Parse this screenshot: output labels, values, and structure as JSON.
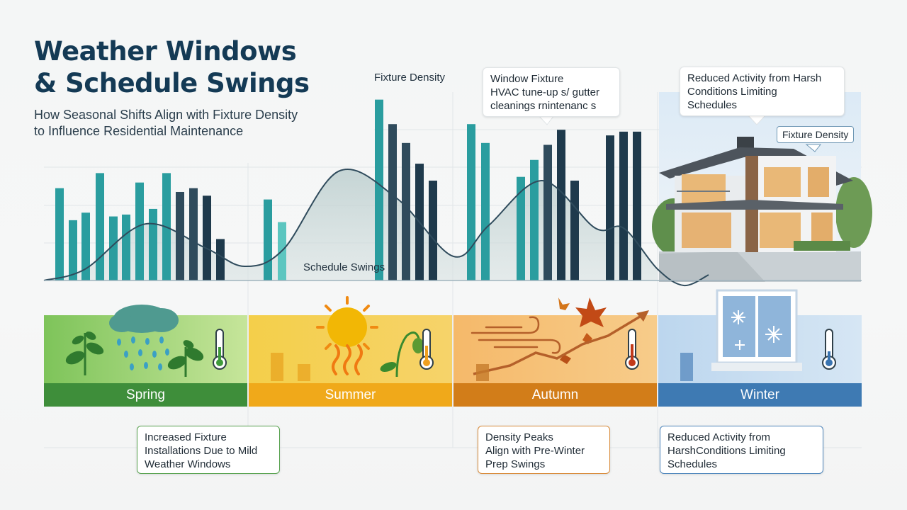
{
  "title": [
    "Weather Windows",
    "& Schedule Swings"
  ],
  "subtitle": [
    "How Seasonal Shifts Align with Fixture Density",
    "to Influence Residential Maintenance"
  ],
  "labels": {
    "fixture_density_top": "Fixture Density",
    "fixture_density_house": "Fixture Density",
    "schedule_swings": "Schedule Swings"
  },
  "callouts": {
    "window_fixture": [
      "Window Fixture",
      "HVAC tune-up s/ gutter",
      "cleanings rnintenanc s"
    ],
    "winter_top": [
      "Reduced Activity from Harsh",
      "Conditions Limiting",
      "Schedules"
    ],
    "spring_bottom": [
      "Increased Fixture",
      "Installations Due to Mild",
      "Weather Windows"
    ],
    "autumn_bottom": [
      "Density Peaks",
      "Align with Pre-Winter",
      "Prep Swings"
    ],
    "winter_bottom": [
      "Reduced Activity from",
      "HarshConditions Limiting",
      "Schedules"
    ]
  },
  "colors": {
    "teal": "#2a9d9f",
    "teal_light": "#5cc6c0",
    "slate": "#2f4b5c",
    "navy": "#1f3a4c",
    "spring": "#3e8e3a",
    "summer": "#f0a91a",
    "autumn": "#d27d19",
    "winter": "#3e7ab3"
  },
  "chart_data": {
    "type": "bar",
    "seasons": [
      "Spring",
      "Summer",
      "Autumn",
      "Winter"
    ],
    "series": [
      {
        "name": "Fixture Density",
        "values": [
          {
            "season": "Spring",
            "bars": [
              49,
              32,
              36,
              57,
              34,
              35,
              52,
              38,
              57,
              47,
              49,
              45,
              22
            ]
          },
          {
            "season": "Summer",
            "bars": [
              43,
              31,
              96,
              83,
              73,
              62,
              53
            ]
          },
          {
            "season": "Autumn",
            "bars": [
              83,
              73,
              55,
              64,
              72,
              80,
              53,
              77,
              79,
              79
            ]
          },
          {
            "season": "Winter",
            "bars": []
          }
        ]
      },
      {
        "name": "Schedule Swings",
        "curve": [
          {
            "season": "Spring",
            "level": 30
          },
          {
            "season": "Summer",
            "level": 58
          },
          {
            "season": "Autumn",
            "level": 53
          },
          {
            "season": "Winter",
            "level": 3
          }
        ]
      }
    ],
    "ylim": [
      0,
      100
    ]
  }
}
